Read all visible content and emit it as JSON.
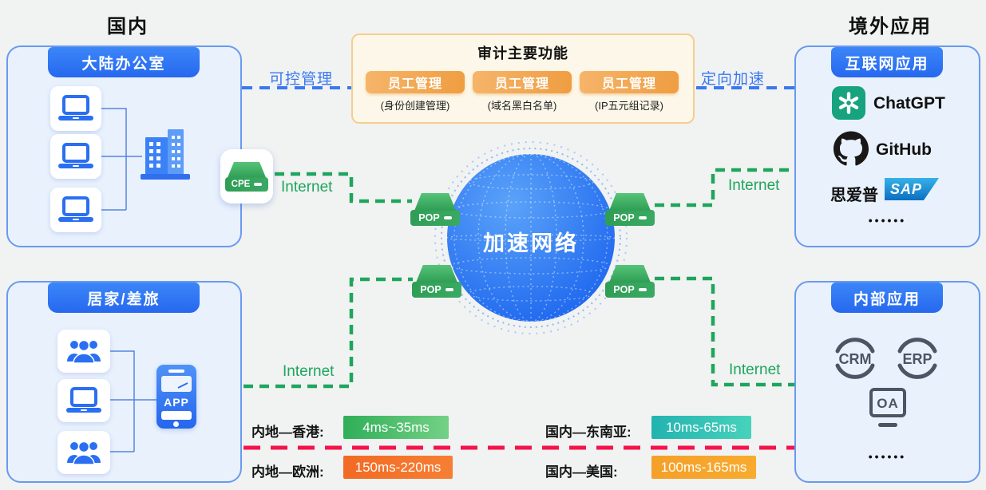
{
  "titles": {
    "left": "国内",
    "right": "境外应用"
  },
  "zones": {
    "office": {
      "header": "大陆办公室"
    },
    "home": {
      "header": "居家/差旅"
    },
    "internet_apps": {
      "header": "互联网应用",
      "app1": "ChatGPT",
      "app2": "GitHub",
      "sap_cn": "思爱普",
      "sap_en": "SAP",
      "more": "••••••"
    },
    "internal_apps": {
      "header": "内部应用",
      "app1": "CRM",
      "app2": "ERP",
      "app3": "OA",
      "more": "••••••"
    }
  },
  "audit": {
    "title": "审计主要功能",
    "items": [
      {
        "label": "员工管理",
        "caption": "(身份创建管理)"
      },
      {
        "label": "员工管理",
        "caption": "(域名黑白名单)"
      },
      {
        "label": "员工管理",
        "caption": "(IP五元组记录)"
      }
    ]
  },
  "network": {
    "globe_label": "加速网络",
    "pop_label": "POP",
    "cpe_label": "CPE",
    "app_label": "APP"
  },
  "connections": {
    "managed_label": "可控管理",
    "accelerated_label": "定向加速",
    "internet_label": "Internet"
  },
  "latency": {
    "rows": [
      {
        "route": "内地—香港:",
        "value": "4ms~35ms",
        "badge_color": "#3bb45f"
      },
      {
        "route": "国内—东南亚:",
        "value": "10ms-65ms",
        "badge_color": "#2bb8b0"
      },
      {
        "route": "内地—欧洲:",
        "value": "150ms-220ms",
        "badge_color": "#f26a24"
      },
      {
        "route": "国内—美国:",
        "value": "100ms-165ms",
        "badge_color": "#f5a32a"
      }
    ]
  },
  "colors": {
    "line_blue": "#3a78f2",
    "line_green": "#1ea65c",
    "line_red": "#f5134b",
    "globe_blue": "#2e74f4",
    "node_green": "#2f9e55",
    "box_border": "#699af0",
    "audit_border": "#f5cd8f",
    "audit_button": "#f2a24e"
  }
}
